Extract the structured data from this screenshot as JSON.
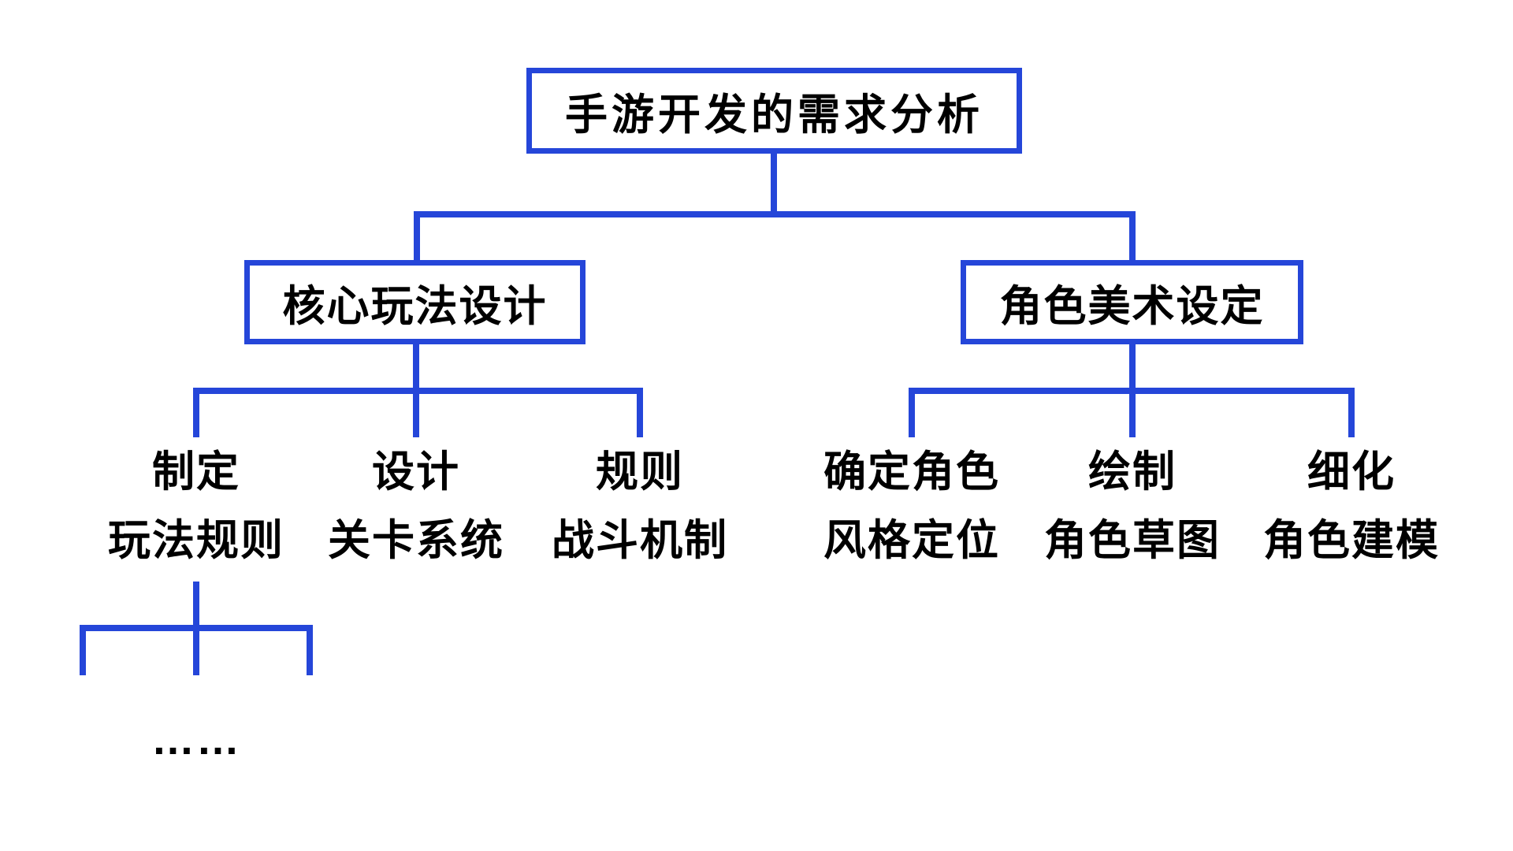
{
  "colors": {
    "line_blue": "#2546d9",
    "text_black": "#000000",
    "background": "#ffffff"
  },
  "diagram": {
    "type": "tree",
    "root": {
      "label": "手游开发的需求分析"
    },
    "branches": [
      {
        "label": "核心玩法设计",
        "children": [
          {
            "line1": "制定",
            "line2": "玩法规则",
            "has_subbranch": true
          },
          {
            "line1": "设计",
            "line2": "关卡系统",
            "has_subbranch": false
          },
          {
            "line1": "规则",
            "line2": "战斗机制",
            "has_subbranch": false
          }
        ]
      },
      {
        "label": "角色美术设定",
        "children": [
          {
            "line1": "确定角色",
            "line2": "风格定位",
            "has_subbranch": false
          },
          {
            "line1": "绘制",
            "line2": "角色草图",
            "has_subbranch": false
          },
          {
            "line1": "细化",
            "line2": "角色建模",
            "has_subbranch": false
          }
        ]
      }
    ],
    "ellipsis": "……"
  }
}
